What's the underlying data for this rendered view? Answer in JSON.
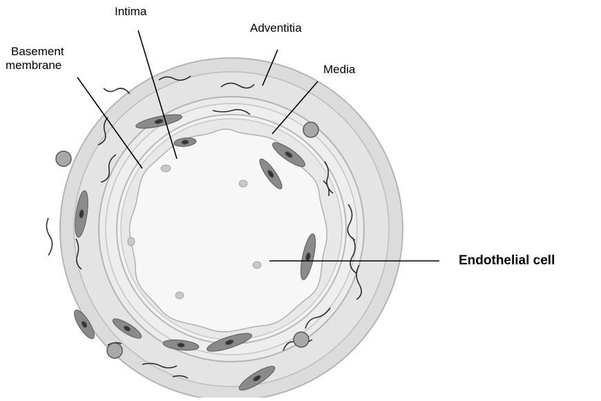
{
  "labels": {
    "intima": "Intima",
    "adventitia": "Adventitia",
    "basement_line1": "Basement",
    "basement_line2": "membrane",
    "media": "Media",
    "endothelial": "Endothelial cell"
  },
  "colors": {
    "outer_ring": "#dcdcdc",
    "media_ring": "#e9e9e9",
    "inner_ring": "#f2f2f2",
    "lumen": "#f6f6f6",
    "smooth_muscle": "#8a8a8a",
    "nucleus": "#3a3a3a",
    "round_cell": "#a8a8a8",
    "leader": "#000000"
  }
}
